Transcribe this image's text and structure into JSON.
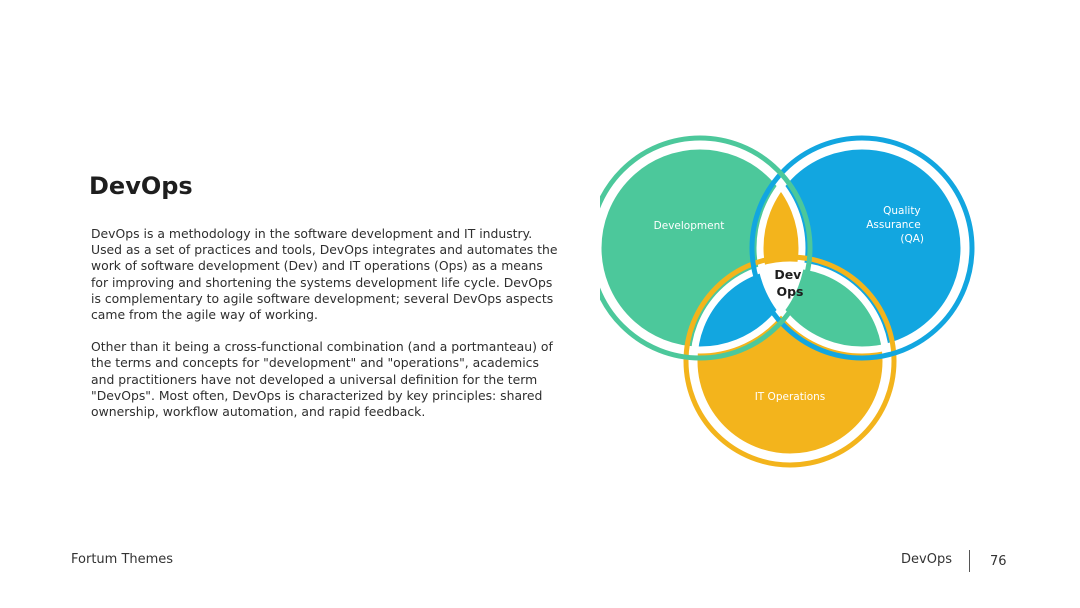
{
  "slide": {
    "title": "DevOps",
    "paragraphs": [
      "DevOps is a methodology in the software development and IT industry. Used as a set of practices and tools, DevOps integrates and automates the work of software development (Dev) and IT operations (Ops) as a means for improving and shortening the systems development life cycle. DevOps is complementary to agile software development; several DevOps aspects came from the agile way of working.",
      "Other than it being a cross-functional combination (and a portmanteau) of the terms and concepts for \"development\" and \"operations\", academics and practitioners have not developed a universal definition for the term \"DevOps\". Most often, DevOps is characterized by key principles: shared ownership, workflow automation, and rapid feedback."
    ]
  },
  "diagram": {
    "circles": {
      "development": {
        "label": "Development",
        "color": "#4cc89b"
      },
      "qa": {
        "label_lines": [
          "Quality",
          "Assurance",
          "(QA)"
        ],
        "color": "#12a6e0"
      },
      "it_operations": {
        "label": "IT Operations",
        "color": "#f3b41c"
      }
    },
    "center": {
      "label_lines": [
        "Dev",
        "Ops"
      ]
    }
  },
  "footer": {
    "brand": "Fortum Themes",
    "section": "DevOps",
    "page_number": "76"
  }
}
